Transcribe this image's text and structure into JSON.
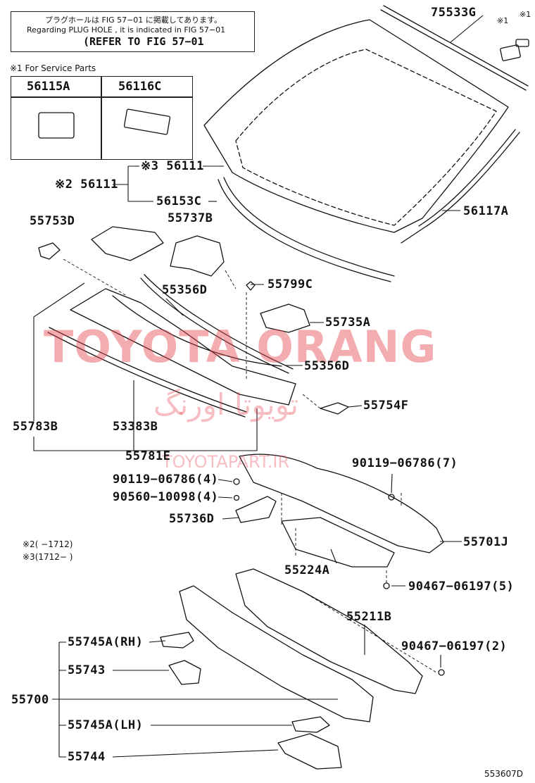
{
  "reference_box": {
    "line_jp": "プラグホールは FIG 57−01 に掲載してあります。",
    "line_en": "Regarding PLUG HOLE , it is indicated in FIG 57−01",
    "refer": "(REFER TO FIG 57−01"
  },
  "service_note": "※1 For Service Parts",
  "service_parts": [
    "56115A",
    "56116C"
  ],
  "labels": {
    "p75533G": "75533G",
    "mark1a": "※1",
    "mark1b": "※1",
    "p56111_3": "※3 56111",
    "p56111_2": "※2 56111",
    "p56153C": "56153C",
    "p56117A": "56117A",
    "p55753D": "55753D",
    "p55737B": "55737B",
    "p55356D_a": "55356D",
    "p55799C": "55799C",
    "p55735A": "55735A",
    "p55356D_b": "55356D",
    "p55754F": "55754F",
    "p55783B": "55783B",
    "p53383B": "53383B",
    "p55781E": "55781E",
    "p90119_7": "90119−06786(7)",
    "p90119_4": "90119−06786(4)",
    "p90560_4": "90560−10098(4)",
    "p55736D": "55736D",
    "p55701J": "55701J",
    "p55224A": "55224A",
    "p90467_5": "90467−06197(5)",
    "p55211B": "55211B",
    "p90467_2": "90467−06197(2)",
    "p55745A_RH": "55745A(RH)",
    "p55743": "55743",
    "p55700": "55700",
    "p55745A_LH": "55745A(LH)",
    "p55744": "55744"
  },
  "footnotes": {
    "note2": "※2(    −1712)",
    "note3": "※3(1712−     )"
  },
  "watermark": {
    "main": "TOYOTA ORANG",
    "persian": "تویوتا اورنگ",
    "site": "TOYOTAPART.IR"
  },
  "figure_code": "553607D"
}
